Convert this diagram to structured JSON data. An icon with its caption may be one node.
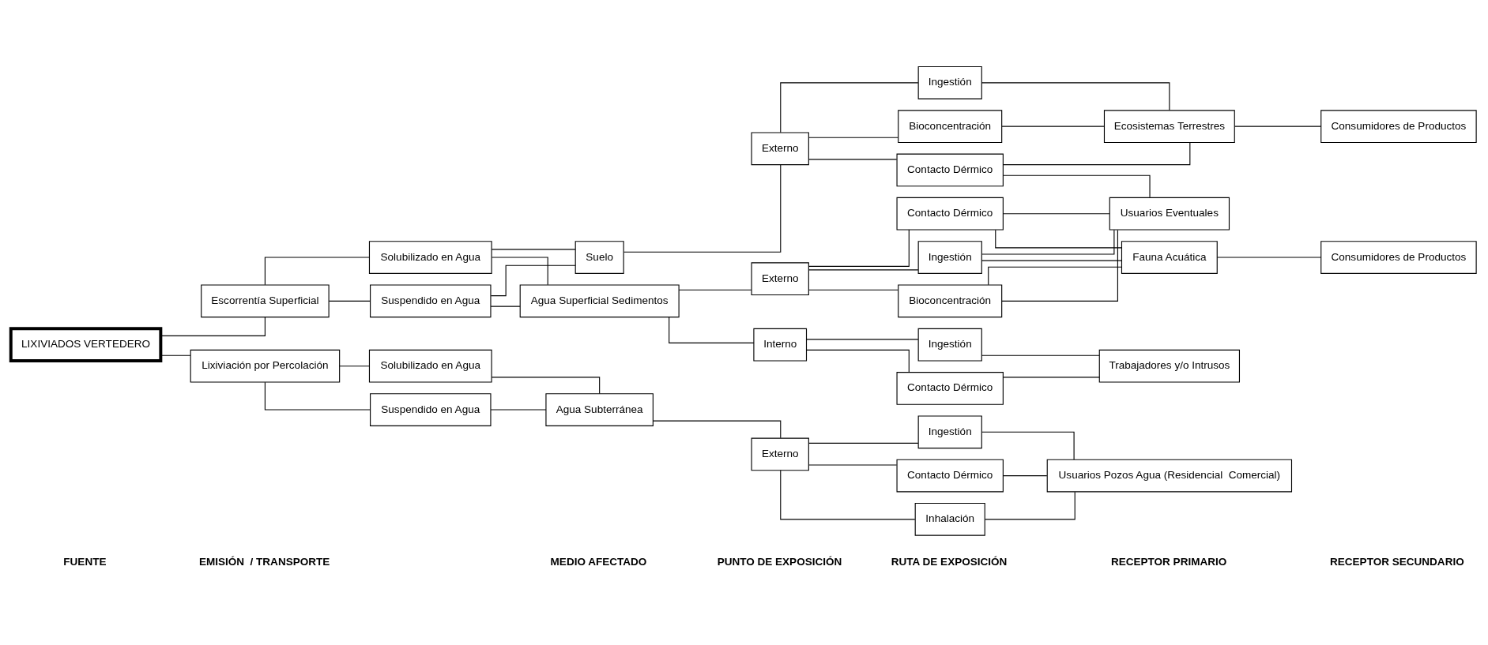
{
  "diagram": {
    "nodes": [
      {
        "text": [
          "LIXIVIADOS VERTEDERO"
        ]
      },
      {
        "text": [
          "Escorrentía Superficial"
        ]
      },
      {
        "text": [
          "Lixiviación por Percolación"
        ]
      },
      {
        "text": [
          "Solubilizado en Agua"
        ]
      },
      {
        "text": [
          "Suspendido en Agua"
        ]
      },
      {
        "text": [
          "Solubilizado en Agua"
        ]
      },
      {
        "text": [
          "Suspendido en Agua"
        ]
      },
      {
        "text": [
          "Suelo"
        ]
      },
      {
        "text": [
          "Agua Superficial Sedimentos"
        ]
      },
      {
        "text": [
          "Agua Subterránea"
        ]
      },
      {
        "text": [
          "Externo"
        ]
      },
      {
        "text": [
          "Externo"
        ]
      },
      {
        "text": [
          "Interno"
        ]
      },
      {
        "text": [
          "Externo"
        ]
      },
      {
        "text": [
          "Ingestión"
        ]
      },
      {
        "text": [
          "Bioconcentración"
        ]
      },
      {
        "text": [
          "Contacto Dérmico"
        ]
      },
      {
        "text": [
          "Contacto Dérmico"
        ]
      },
      {
        "text": [
          "Ingestión"
        ]
      },
      {
        "text": [
          "Bioconcentración"
        ]
      },
      {
        "text": [
          "Ingestión"
        ]
      },
      {
        "text": [
          "Contacto Dérmico"
        ]
      },
      {
        "text": [
          "Ingestión"
        ]
      },
      {
        "text": [
          "Contacto Dérmico"
        ]
      },
      {
        "text": [
          "Inhalación"
        ]
      },
      {
        "text": [
          "Ecosistemas Terrestres"
        ]
      },
      {
        "text": [
          "Usuarios Eventuales"
        ]
      },
      {
        "text": [
          "Fauna Acuática"
        ]
      },
      {
        "text": [
          "Trabajadores y/o Intrusos"
        ]
      },
      {
        "text": [
          "Usuarios Pozos Agua (Residencial  Comercial)"
        ]
      },
      {
        "text": [
          "Consumidores de Productos"
        ]
      },
      {
        "text": [
          "Consumidores de Productos"
        ]
      }
    ],
    "edges": [
      {
        "from": 0,
        "to": 1,
        "arrow": "none"
      },
      {
        "from": 0,
        "to": 2,
        "arrow": "none"
      },
      {
        "from": 1,
        "to": 3,
        "arrow": "none"
      },
      {
        "from": 1,
        "to": 4,
        "arrow": "none"
      },
      {
        "from": 2,
        "to": 5,
        "arrow": "none"
      },
      {
        "from": 2,
        "to": 6,
        "arrow": "none"
      },
      {
        "from": 3,
        "to": 7,
        "arrow": "none"
      },
      {
        "from": 3,
        "to": 8,
        "arrow": "none"
      },
      {
        "from": 4,
        "to": 7,
        "arrow": "none"
      },
      {
        "from": 4,
        "to": 8,
        "arrow": "none"
      },
      {
        "from": 5,
        "to": 9,
        "arrow": "none"
      },
      {
        "from": 6,
        "to": 9,
        "arrow": "none"
      },
      {
        "from": 7,
        "to": 10,
        "arrow": "none"
      },
      {
        "from": 8,
        "to": 11,
        "arrow": "none"
      },
      {
        "from": 8,
        "to": 12,
        "arrow": "none"
      },
      {
        "from": 9,
        "to": 13,
        "arrow": "none"
      },
      {
        "from": 10,
        "to": 14,
        "arrow": "none"
      },
      {
        "from": 10,
        "to": 15,
        "arrow": "none"
      },
      {
        "from": 10,
        "to": 16,
        "arrow": "none"
      },
      {
        "from": 11,
        "to": 17,
        "arrow": "none"
      },
      {
        "from": 11,
        "to": 18,
        "arrow": "none"
      },
      {
        "from": 11,
        "to": 19,
        "arrow": "none"
      },
      {
        "from": 12,
        "to": 20,
        "arrow": "none"
      },
      {
        "from": 12,
        "to": 21,
        "arrow": "none"
      },
      {
        "from": 13,
        "to": 22,
        "arrow": "none"
      },
      {
        "from": 13,
        "to": 23,
        "arrow": "none"
      },
      {
        "from": 13,
        "to": 24,
        "arrow": "none"
      },
      {
        "from": 14,
        "to": 25,
        "arrow": "none"
      },
      {
        "from": 15,
        "to": 25,
        "arrow": "none"
      },
      {
        "from": 16,
        "to": 25,
        "arrow": "none"
      },
      {
        "from": 16,
        "to": 26,
        "arrow": "none"
      },
      {
        "from": 17,
        "to": 26,
        "arrow": "none"
      },
      {
        "from": 18,
        "to": 26,
        "arrow": "none"
      },
      {
        "from": 19,
        "to": 26,
        "arrow": "none"
      },
      {
        "from": 17,
        "to": 27,
        "arrow": "none"
      },
      {
        "from": 18,
        "to": 27,
        "arrow": "none"
      },
      {
        "from": 19,
        "to": 27,
        "arrow": "none"
      },
      {
        "from": 20,
        "to": 28,
        "arrow": "none"
      },
      {
        "from": 21,
        "to": 28,
        "arrow": "none"
      },
      {
        "from": 22,
        "to": 29,
        "arrow": "none"
      },
      {
        "from": 23,
        "to": 29,
        "arrow": "none"
      },
      {
        "from": 24,
        "to": 29,
        "arrow": "none"
      },
      {
        "from": 25,
        "to": 30,
        "arrow": "none"
      },
      {
        "from": 27,
        "to": 31,
        "arrow": "none"
      }
    ],
    "labels": [
      "FUENTE",
      "EMISIÓN  / TRANSPORTE",
      "MEDIO AFECTADO",
      "PUNTO DE EXPOSICIÓN",
      "RUTA DE EXPOSICIÓN",
      "RECEPTOR PRIMARIO",
      "RECEPTOR SECUNDARIO"
    ]
  }
}
